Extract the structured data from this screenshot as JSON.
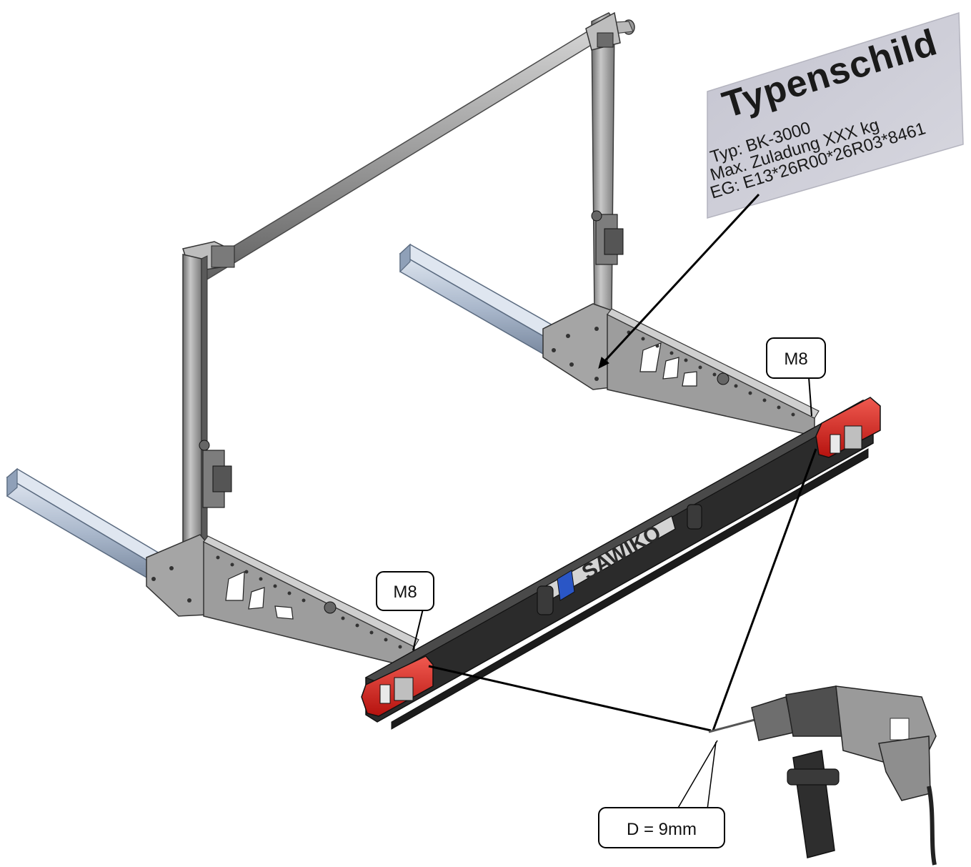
{
  "type_plate": {
    "title": "Typenschild",
    "type_line": "Typ: BK-3000",
    "load_line": "Max. Zuladung XXX kg",
    "eg_line": "EG: E13*26R00*26R03*8461"
  },
  "callouts": {
    "m8_right": "M8",
    "m8_left": "M8",
    "drill_diameter": "D = 9mm"
  },
  "brand": "SAWIKO",
  "colors": {
    "lamp_red": "#d8231f",
    "bar_black": "#2b2b2b",
    "frame_grey": "#9a9a9a",
    "tube_blue": "#aab8cc",
    "plate_grey": "#c9c9d3"
  }
}
